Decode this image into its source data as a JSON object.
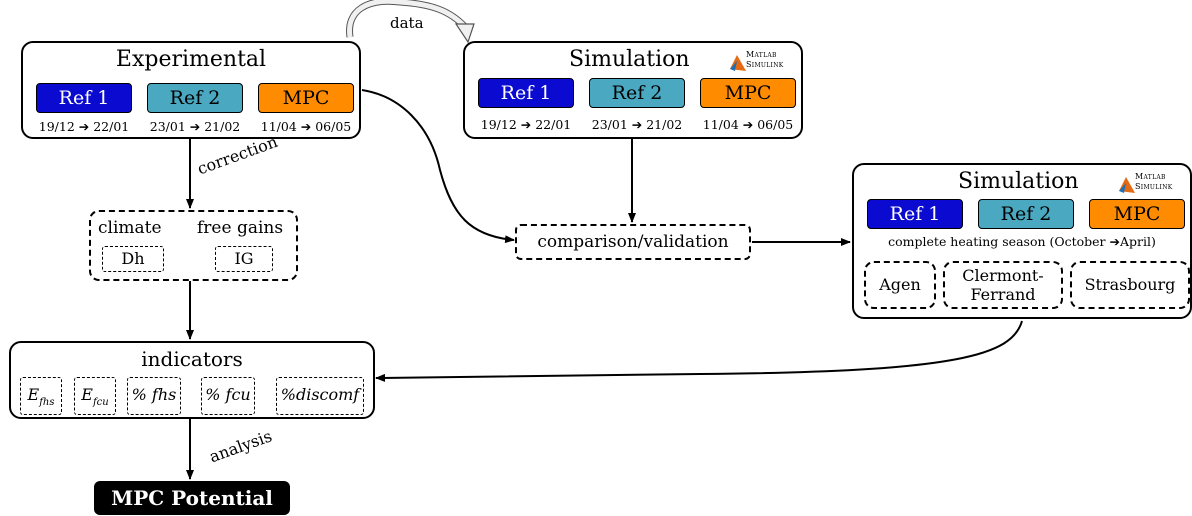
{
  "top_arrow_label": "data",
  "experimental": {
    "title": "Experimental",
    "buttons": [
      "Ref 1",
      "Ref 2",
      "MPC"
    ],
    "dates": [
      "19/12 ➔ 22/01",
      "23/01 ➔ 21/02",
      "11/04 ➔ 06/05"
    ]
  },
  "simulation1": {
    "title": "Simulation",
    "logo_line1": "Matlab",
    "logo_line2": "Simulink",
    "buttons": [
      "Ref 1",
      "Ref 2",
      "MPC"
    ],
    "dates": [
      "19/12 ➔ 22/01",
      "23/01 ➔ 21/02",
      "11/04 ➔ 06/05"
    ]
  },
  "simulation2": {
    "title": "Simulation",
    "logo_line1": "Matlab",
    "logo_line2": "Simulink",
    "buttons": [
      "Ref 1",
      "Ref 2",
      "MPC"
    ],
    "season": "complete heating season (October ➔April)",
    "cities": [
      "Agen",
      "Clermont-Ferrand",
      "Strasbourg"
    ]
  },
  "correction_label": "correction",
  "correction_box": {
    "climate": "climate",
    "free_gains": "free gains",
    "dh": "Dh",
    "ig": "IG"
  },
  "comparison": "comparison/validation",
  "indicators": {
    "title": "indicators",
    "items": [
      {
        "main": "E",
        "sub": "fhs"
      },
      {
        "main": "E",
        "sub": "fcu"
      },
      {
        "main": "% fhs",
        "sub": ""
      },
      {
        "main": "% fcu",
        "sub": ""
      },
      {
        "main": "%discomf",
        "sub": ""
      }
    ]
  },
  "analysis_label": "analysis",
  "potential": "MPC Potential",
  "colors": {
    "ref1": "#0a0ad0",
    "ref2": "#4aa8c0",
    "mpc": "#ff8c00",
    "logo_orange": "#e46a14",
    "logo_blue": "#1d6fb8"
  }
}
